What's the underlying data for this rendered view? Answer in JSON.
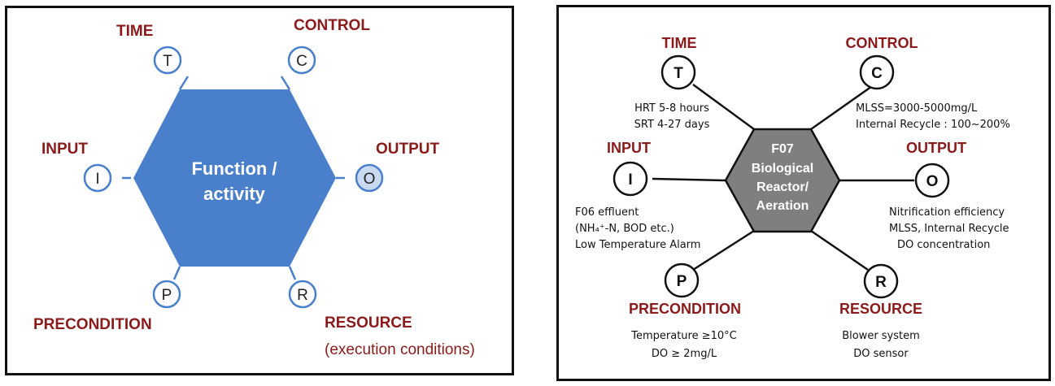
{
  "left": {
    "center_line1": "Function /",
    "center_line2": "activity",
    "labels": {
      "time": "TIME",
      "control": "CONTROL",
      "input": "INPUT",
      "output": "OUTPUT",
      "precondition": "PRECONDITION",
      "resource": "RESOURCE",
      "resource_sub": "(execution conditions)"
    },
    "letters": {
      "t": "T",
      "c": "C",
      "i": "I",
      "o": "O",
      "p": "P",
      "r": "R"
    }
  },
  "right": {
    "center_line1": "F07",
    "center_line2": "Biological",
    "center_line3": "Reactor/",
    "center_line4": "Aeration",
    "labels": {
      "time": "TIME",
      "control": "CONTROL",
      "input": "INPUT",
      "output": "OUTPUT",
      "precondition": "PRECONDITION",
      "resource": "RESOURCE"
    },
    "letters": {
      "t": "T",
      "c": "C",
      "i": "I",
      "o": "O",
      "p": "P",
      "r": "R"
    },
    "time_text": [
      "HRT 5-8 hours",
      "SRT 4-27 days"
    ],
    "control_text": [
      "MLSS=3000-5000mg/L",
      "Internal Recycle : 100~200%"
    ],
    "input_text": [
      "F06 effluent",
      "(NH₄⁺-N, BOD etc.)",
      "Low Temperature Alarm"
    ],
    "output_text": [
      "Nitrification efficiency",
      "MLSS, Internal Recycle",
      "DO concentration"
    ],
    "precondition_text": [
      "Temperature ≥10°C",
      "DO ≥ 2mg/L"
    ],
    "resource_text": [
      "Blower system",
      "DO sensor"
    ]
  },
  "colors": {
    "label_red": "#8b1a1a",
    "hex_blue": "#4a7fcb",
    "hex_gray": "#7f7f7f",
    "circle_blue": "#4a7fcb",
    "output_circle_fill": "#c9d9f0"
  }
}
